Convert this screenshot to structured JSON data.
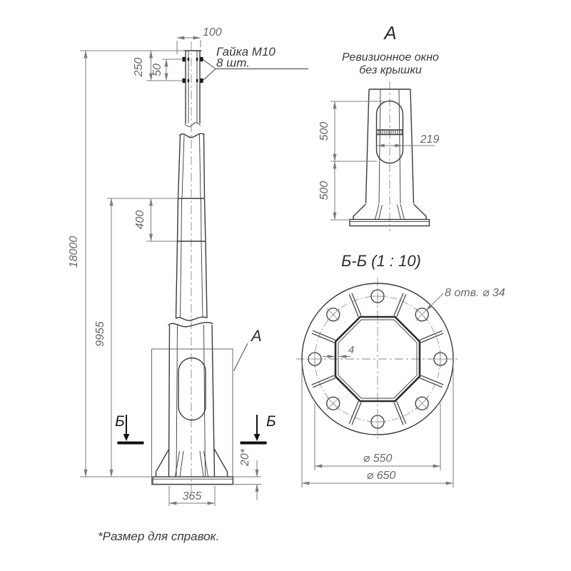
{
  "colors": {
    "background": "#ffffff",
    "outline": "#3a3a3a",
    "dimension_lines": "#7d7d7d",
    "section_marker": "#111111"
  },
  "main_view": {
    "dim_overall_height": "18000",
    "dim_lower_height": "9955",
    "dim_overlap": "400",
    "dim_tip_250": "250",
    "dim_tip_50": "50",
    "dim_tip_width": "100",
    "dim_base_width": "365",
    "dim_plate_thickness": "20*",
    "callout_nut_line1": "Гайка М10",
    "callout_nut_line2": "8 шт.",
    "view_label": "А",
    "section_label_left": "Б",
    "section_label_right": "Б"
  },
  "view_a": {
    "title": "А",
    "subtitle_line1": "Ревизионное окно",
    "subtitle_line2": "без крышки",
    "dim_upper": "500",
    "dim_lower": "500",
    "dim_window_width": "219"
  },
  "section_bb": {
    "title": "Б-Б (1 : 10)",
    "dim_holes": "8 отв. ⌀ 34",
    "dim_wall": "4",
    "dim_bolt_circle": "⌀ 550",
    "dim_outer": "⌀ 650"
  },
  "footnote": "*Размер для справок."
}
